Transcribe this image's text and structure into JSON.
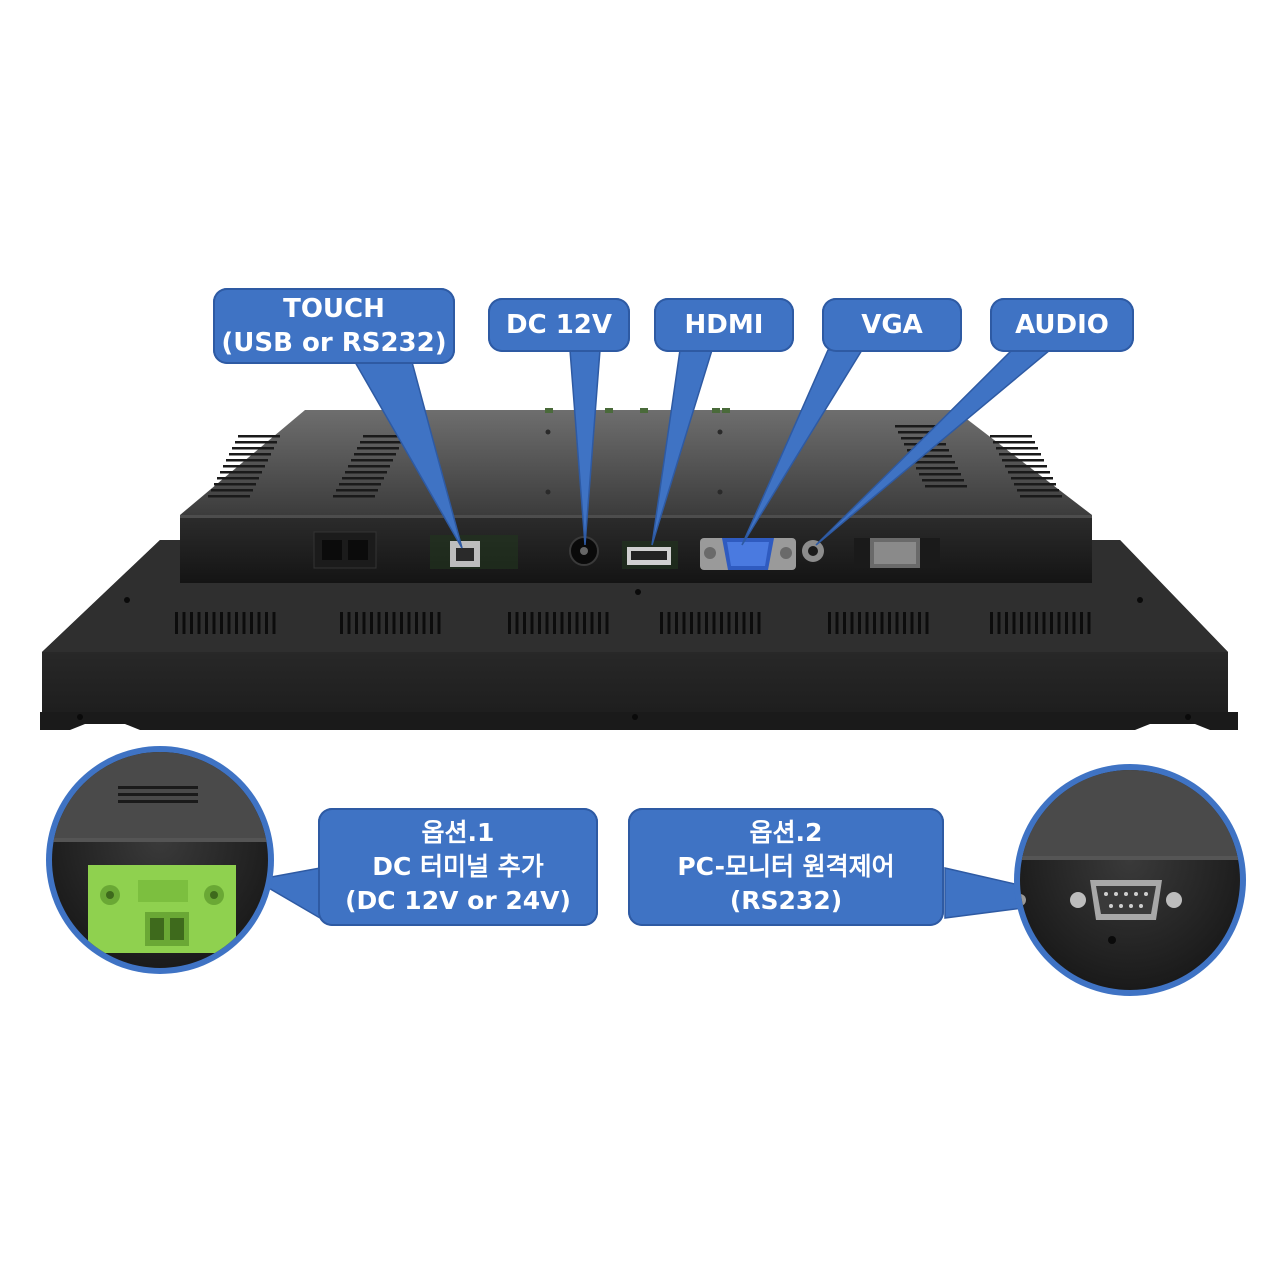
{
  "callouts": {
    "touch": {
      "line1": "TOUCH",
      "line2": "(USB or RS232)"
    },
    "dc": {
      "label": "DC 12V"
    },
    "hdmi": {
      "label": "HDMI"
    },
    "vga": {
      "label": "VGA"
    },
    "audio": {
      "label": "AUDIO"
    },
    "option1": {
      "line1": "옵션.1",
      "line2": "DC 터미널 추가",
      "line3": "(DC 12V or 24V)"
    },
    "option2": {
      "line1": "옵션.2",
      "line2": "PC-모니터 원격제어",
      "line3": "(RS232)"
    }
  },
  "colors": {
    "callout_fill": "#3f73c4",
    "callout_edge": "#2e5aa3",
    "chassis": "#2a2a2a",
    "chassis_dark": "#151515",
    "terminal_green": "#8fd14f",
    "zoom_ring": "#3f73c4"
  },
  "icons": [
    "usb-b-port",
    "dc-jack",
    "hdmi-port",
    "vga-port",
    "audio-jack",
    "db9-port",
    "dc-terminal-block"
  ]
}
